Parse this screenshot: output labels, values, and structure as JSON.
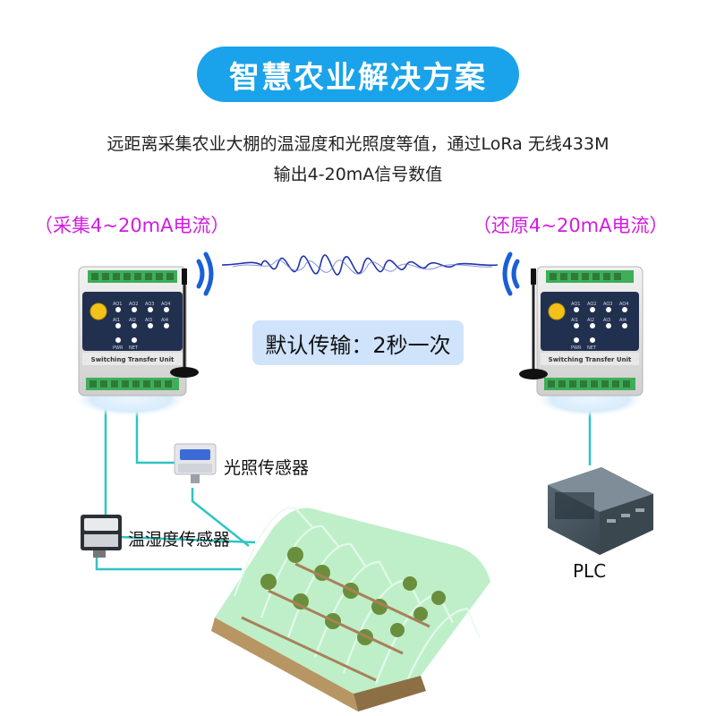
{
  "title": "智慧农业解决方案",
  "description": {
    "line1": "远距离采集农业大棚的温湿度和光照度等值，通过LoRa 无线433M",
    "line2": "输出4-20mA信号数值"
  },
  "left_caption": "（采集4~20mA电流）",
  "right_caption": "（还原4~20mA电流）",
  "transmission": "默认传输：2秒一次",
  "device": {
    "label": "Switching Transfer Unit",
    "leds": [
      "AO1",
      "AO2",
      "AO3",
      "AO4",
      "AI1",
      "AI2",
      "AI3",
      "AI4",
      "PWR",
      "NET"
    ]
  },
  "light_sensor_label": "光照传感器",
  "temp_sensor_label": "温湿度传感器",
  "plc_label": "PLC",
  "colors": {
    "title_bg": "#1aa3ea",
    "caption": "#d11ce0",
    "wire": "#2ec4c4",
    "wave": "#2233aa",
    "pill_bg": "#cfe3fb"
  }
}
